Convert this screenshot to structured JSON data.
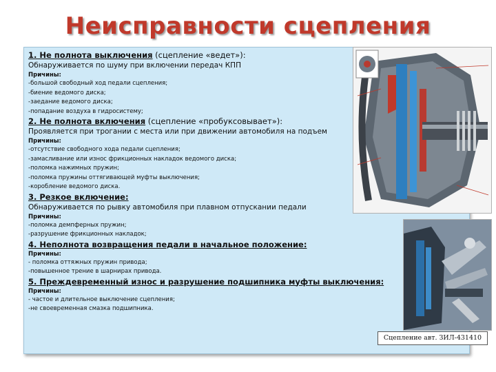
{
  "title": "Неисправности сцепления",
  "sections": [
    {
      "heading_kw": "1. Не полнота выключения",
      "heading_rest": " (сцепление «ведет»):",
      "description": "Обнаруживается по шуму при включении передач КПП",
      "reasons_label": "Причины:",
      "reasons": [
        "-большой свободный ход педали сцепления;",
        "-биение ведомого диска;",
        "-заедание ведомого диска;",
        "-попадание воздуха в гидросистему;"
      ]
    },
    {
      "heading_kw": "2. Не полнота включения",
      "heading_rest": " (сцепление «пробуксовывает»):",
      "description": "Проявляется при трогании с места или при движении автомобиля на подъем",
      "reasons_label": "Причины:",
      "reasons": [
        "-отсутствие свободного хода педали сцепления;",
        "-замасливание или износ фрикционных накладок ведомого диска;",
        "-поломка нажимных пружин;",
        "-поломка пружины оттягивающей муфты выключения;",
        "-коробление ведомого диска."
      ]
    },
    {
      "heading_kw": "3. Резкое включение:",
      "heading_rest": "",
      "description": "Обнаруживается по рывку автомобиля при плавном отпускании педали",
      "reasons_label": "Причины:",
      "reasons": [
        "-поломка демпферных пружин;",
        "-разрушение фрикционных накладок;"
      ]
    },
    {
      "heading_kw": "4. Неполнота возвращения педали в начальное положение:",
      "heading_rest": "",
      "description": "",
      "reasons_label": "Причины:",
      "reasons": [
        "- поломка оттяжных пружин привода;",
        "-повышенное трение в шарнирах привода."
      ]
    },
    {
      "heading_kw": "5. Преждевременный износ и разрушение подшипника муфты выключения:",
      "heading_rest": "",
      "description": "",
      "reasons_label": "Причины:",
      "reasons": [
        "- частое и длительное выключение сцепления;",
        "-не своевременная смазка подшипника."
      ]
    }
  ],
  "caption": "Сцепление  авт. ЗИЛ-431410"
}
